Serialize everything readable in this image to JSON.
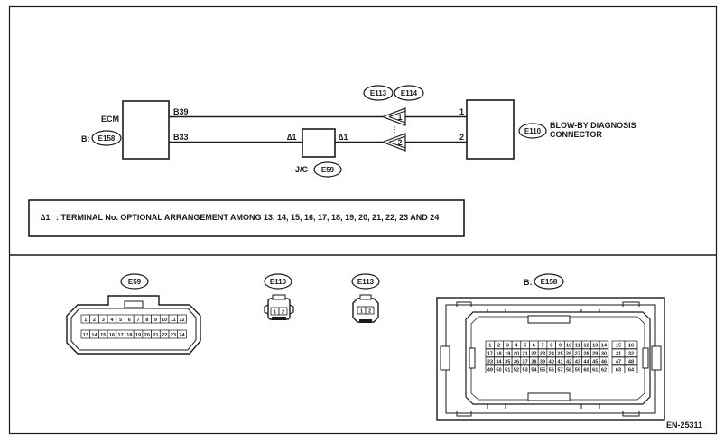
{
  "diagram_id": "EN-25311",
  "ecm": {
    "name": "ECM",
    "connector_prefix": "B:",
    "connector": "E158",
    "pin_top": "B39",
    "pin_bottom": "B33"
  },
  "jc": {
    "name": "J/C",
    "connector": "E59",
    "star_left": "∆1",
    "star_right": "∆1"
  },
  "inline": {
    "left": "E113",
    "right": "E114",
    "pin_top": "1",
    "pin_bottom": "2"
  },
  "blowby": {
    "connector": "E110",
    "line1": "BLOW-BY DIAGNOSIS",
    "line2": "CONNECTOR",
    "pin_top": "1",
    "pin_bottom": "2"
  },
  "note": {
    "star": "∆1",
    "text": ": TERMINAL No. OPTIONAL ARRANGEMENT AMONG 13, 14, 15, 16, 17, 18, 19, 20, 21, 22, 23 AND 24"
  },
  "views": {
    "e59": {
      "tag": "E59",
      "row1": [
        "1",
        "2",
        "3",
        "4",
        "5",
        "6",
        "7",
        "8",
        "9",
        "10",
        "11",
        "12"
      ],
      "row2": [
        "13",
        "14",
        "15",
        "16",
        "17",
        "18",
        "19",
        "20",
        "21",
        "22",
        "23",
        "24"
      ]
    },
    "e110": {
      "tag": "E110",
      "pins": [
        "1",
        "2"
      ]
    },
    "e113": {
      "tag": "E113",
      "pins": [
        "1",
        "2"
      ]
    },
    "e158": {
      "prefix": "B:",
      "tag": "E158",
      "rows": [
        [
          "1",
          "2",
          "3",
          "4",
          "5",
          "6",
          "7",
          "8",
          "9",
          "10",
          "11",
          "12",
          "13",
          "14"
        ],
        [
          "17",
          "18",
          "19",
          "20",
          "21",
          "22",
          "23",
          "24",
          "25",
          "26",
          "27",
          "28",
          "29",
          "30"
        ],
        [
          "33",
          "34",
          "35",
          "36",
          "37",
          "38",
          "39",
          "40",
          "41",
          "42",
          "43",
          "44",
          "45",
          "46"
        ],
        [
          "49",
          "50",
          "51",
          "52",
          "53",
          "54",
          "55",
          "56",
          "57",
          "58",
          "59",
          "60",
          "61",
          "62"
        ]
      ],
      "side": [
        [
          "15",
          "16"
        ],
        [
          "31",
          "32"
        ],
        [
          "47",
          "48"
        ],
        [
          "63",
          "64"
        ]
      ]
    }
  }
}
